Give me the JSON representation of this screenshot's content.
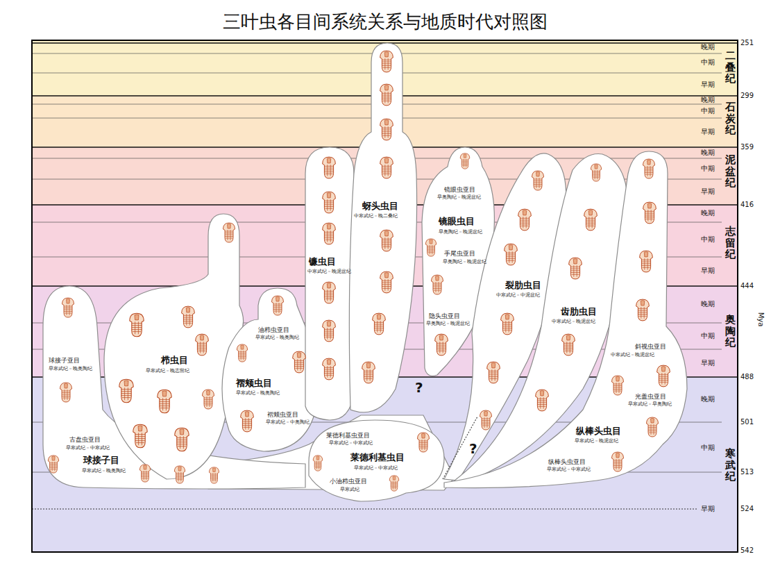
{
  "diagram": {
    "title": "三叶虫各目间系统关系与地质时代对照图",
    "nodes": [
      {
        "text": [
          "球接子亚目",
          "早寒武纪－晚奥陶纪",
          "古盘虫亚目",
          "早寒武纪－中寒武纪",
          "球接子目",
          "早寒武纪－晚奥陶纪"
        ]
      },
      {
        "text": [
          "栉虫目",
          "早寒武纪－晚志留纪"
        ]
      },
      {
        "text": [
          "油栉虫亚目",
          "早寒武纪－晚奥陶纪",
          "褶颊虫目",
          "早寒武纪－晚奥陶纪",
          "褶颊虫亚目",
          "早寒武纪－中奥陶纪"
        ]
      },
      {
        "text": [
          "镰虫目",
          "中寒武纪－晚泥盆纪"
        ]
      },
      {
        "text": [
          "蚜头虫目",
          "中寒武纪－晚二叠纪"
        ]
      },
      {
        "text": [
          "镜眼虫亚目",
          "早奥陶纪－晚泥盆纪",
          "镜眼虫目",
          "早奥陶纪－晚泥盆纪",
          "手尾虫亚目",
          "早奥陶纪－晚泥盆纪",
          "隐头虫亚目",
          "早奥陶纪－晚泥盆纪"
        ]
      },
      {
        "text": [
          "裂肋虫目",
          "中寒武纪－中泥盆纪"
        ]
      },
      {
        "text": [
          "齿肋虫目",
          "中寒武纪－晚泥盆纪"
        ]
      },
      {
        "text": [
          "斜视虫亚目",
          "中寒武纪－晚泥盆纪",
          "光盖虫亚目",
          "早寒武纪－早奥陶纪",
          "纵棒头虫目",
          "早寒武纪－晚泥盆纪",
          "纵棒头虫亚目",
          "早寒武纪－中寒武纪"
        ]
      },
      {
        "text": [
          "莱德利基虫亚目",
          "早寒武纪－中寒武纪",
          "莱德利基虫目",
          "早寒武纪－中寒武纪",
          "小油栉虫亚目",
          "早寒武纪"
        ]
      }
    ],
    "labels": [
      "?",
      "?",
      "晚期",
      "中期",
      "早期",
      "二叠纪",
      "晚期",
      "中期",
      "早期",
      "石炭纪",
      "晚期",
      "中期",
      "早期",
      "泥盆纪",
      "晚期",
      "中期",
      "早期",
      "志留纪",
      "晚期",
      "中期",
      "早期",
      "奥陶纪",
      "晚期",
      "中期",
      "早期",
      "寒武纪",
      "251",
      "299",
      "359",
      "416",
      "444",
      "488",
      "501",
      "513",
      "524",
      "542",
      "Mya"
    ]
  }
}
